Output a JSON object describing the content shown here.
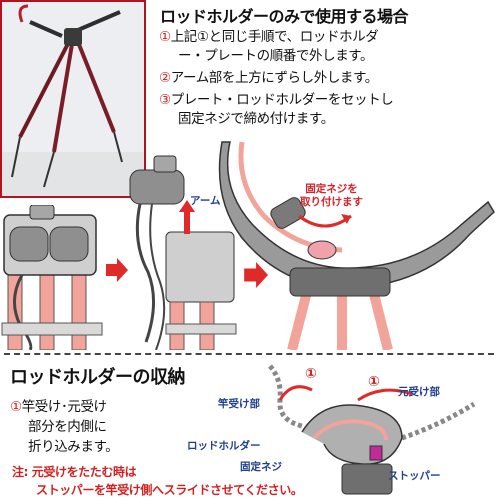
{
  "header": {
    "title": "ロッドホルダーのみで使用する場合"
  },
  "steps": [
    {
      "num": "①",
      "line1": "上記①と同じ手順で、ロッドホルダ",
      "line2": "ー・プレートの順番で外します。"
    },
    {
      "num": "②",
      "line1": "アーム部を上方にずらし外します。"
    },
    {
      "num": "③",
      "line1": "プレート・ロッドホルダーをセットし",
      "line2": "固定ネジで締め付けます。"
    }
  ],
  "labels": {
    "arm": "アーム",
    "fixing_screw_note_line1": "固定ネジを",
    "fixing_screw_note_line2": "取り付けます"
  },
  "storage": {
    "title": "ロッドホルダーの収納",
    "step_num": "①",
    "step_line1": "竿受け･元受け",
    "step_line2": "部分を内側に",
    "step_line3": "折り込みます。",
    "note_line1": "注: 元受けをたたむ時は",
    "note_line2": "ストッパーを竿受け側へスライドさせてください。",
    "callouts": {
      "rod_rest": "竿受け部",
      "base_rest": "元受け部",
      "rod_holder": "ロッドホルダー",
      "fixing_screw": "固定ネジ",
      "stopper": "ストッパー",
      "arrow_num_left": "①",
      "arrow_num_right": "①"
    }
  },
  "colors": {
    "accent_red": "#d41f1f",
    "rod_pink": "#f2a39a",
    "label_blue": "#1f3f8f",
    "metal_gray": "#8f8f8f"
  }
}
